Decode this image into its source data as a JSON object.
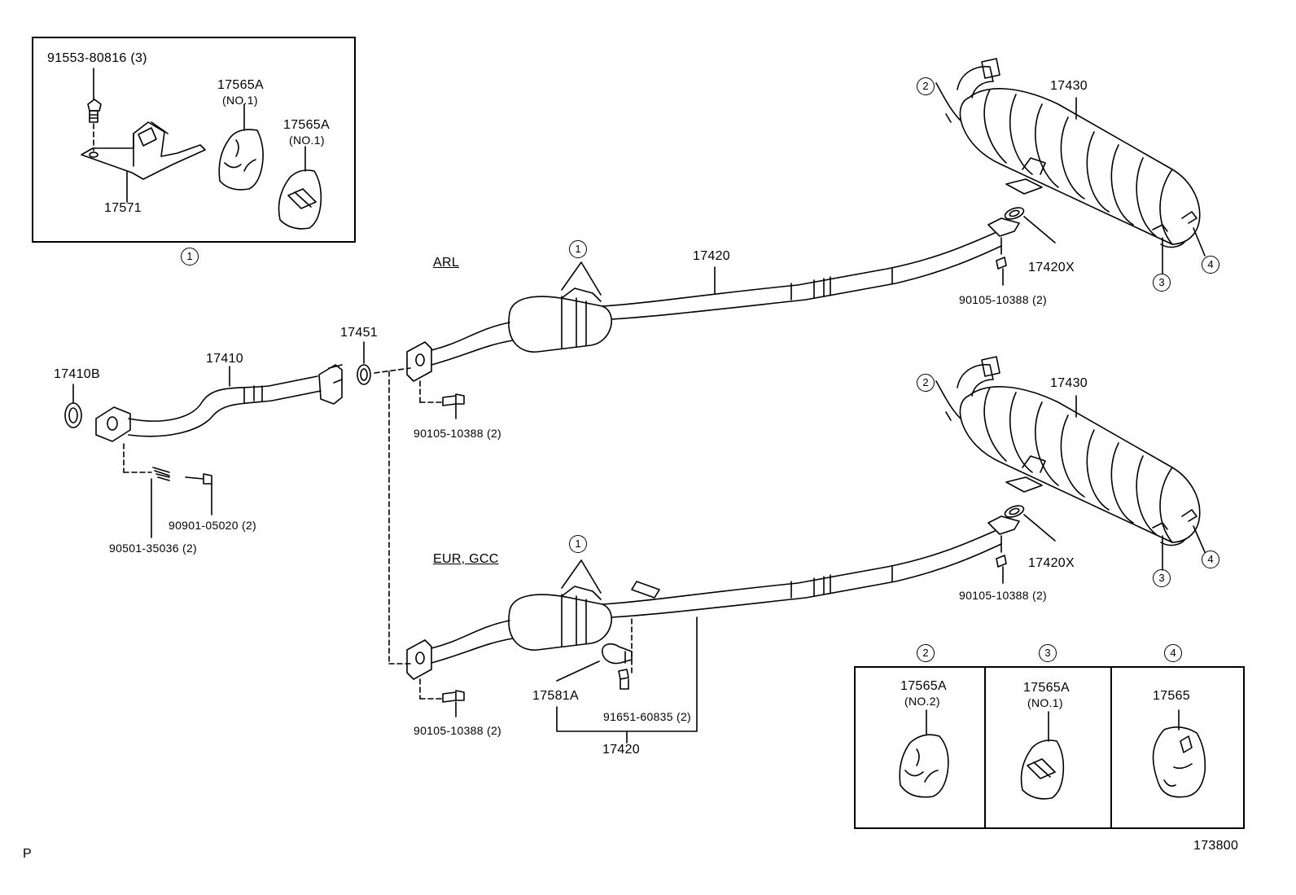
{
  "inset_top": {
    "bolt": "91553-80816 (3)",
    "bracket": "17571",
    "hanger_a_part": "17565A",
    "hanger_a_note": "(NO.1)",
    "hanger_b_part": "17565A",
    "hanger_b_note": "(NO.1)",
    "ref_marker": "1"
  },
  "front_pipe": {
    "gasket": "17410B",
    "pipe": "17410",
    "gasket_2": "17451",
    "spring": "90501-35036 (2)",
    "bolt": "90901-05020 (2)"
  },
  "arl": {
    "region": "ARL",
    "marker": "1",
    "center_pipe": "17420",
    "bolt_front": "90105-10388 (2)",
    "gasket": "17420X",
    "bolt_rear": "90105-10388 (2)",
    "muffler": "17430",
    "m2": "2",
    "m3": "3",
    "m4": "4"
  },
  "eur": {
    "region": "EUR, GCC",
    "marker": "1",
    "bolt_front": "90105-10388 (2)",
    "sensor": "17581A",
    "sensor_bolt": "91651-60835 (2)",
    "center_pipe": "17420",
    "gasket": "17420X",
    "bolt_rear": "90105-10388 (2)",
    "muffler": "17430",
    "m2": "2",
    "m3": "3",
    "m4": "4"
  },
  "inset_bottom": {
    "m2": "2",
    "m3": "3",
    "m4": "4",
    "c2_part": "17565A",
    "c2_note": "(NO.2)",
    "c3_part": "17565A",
    "c3_note": "(NO.1)",
    "c4_part": "17565"
  },
  "footer": {
    "left_mark": "P",
    "diagram_number": "173800"
  }
}
